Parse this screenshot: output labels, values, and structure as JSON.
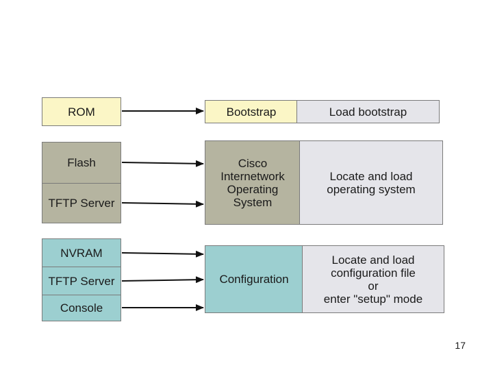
{
  "section_rom": {
    "source": "ROM",
    "target": "Bootstrap",
    "description": "Load bootstrap"
  },
  "section_ios": {
    "sources": [
      "Flash",
      "TFTP Server"
    ],
    "target": "Cisco\nInternetwork\nOperating\nSystem",
    "description": "Locate and load\noperating system"
  },
  "section_config": {
    "sources": [
      "NVRAM",
      "TFTP Server",
      "Console"
    ],
    "target": "Configuration",
    "description": "Locate and load\nconfiguration file\nor\nenter \"setup\" mode"
  },
  "page_number": "17"
}
